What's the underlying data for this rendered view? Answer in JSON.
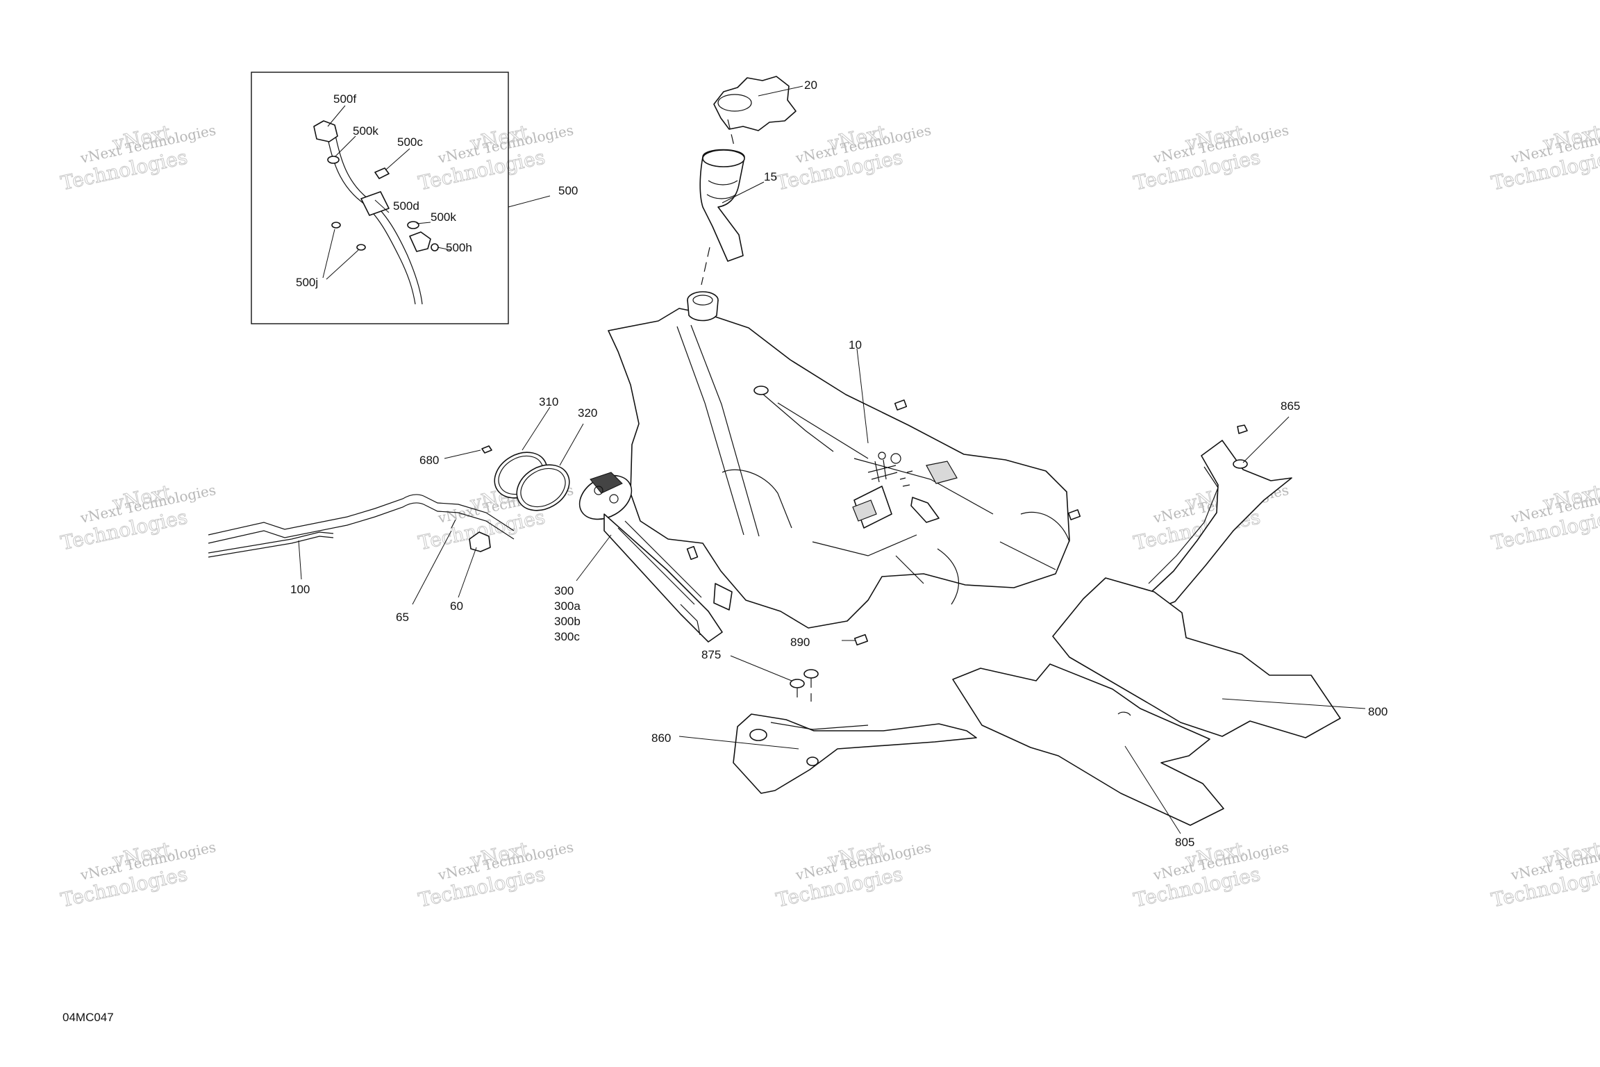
{
  "figure_code": "04MC047",
  "watermark": {
    "line1": "vNext Technologies",
    "line2": "vNext",
    "line3": "Technologies"
  },
  "callouts": {
    "c10": "10",
    "c15": "15",
    "c20": "20",
    "c60": "60",
    "c65": "65",
    "c100": "100",
    "c300": "300",
    "c300a": "300a",
    "c300b": "300b",
    "c300c": "300c",
    "c310": "310",
    "c320": "320",
    "c500": "500",
    "c500c": "500c",
    "c500d": "500d",
    "c500f": "500f",
    "c500h": "500h",
    "c500j": "500j",
    "c500k_top": "500k",
    "c500k_mid": "500k",
    "c680": "680",
    "c800": "800",
    "c805": "805",
    "c860": "860",
    "c865": "865",
    "c875": "875",
    "c890": "890"
  }
}
